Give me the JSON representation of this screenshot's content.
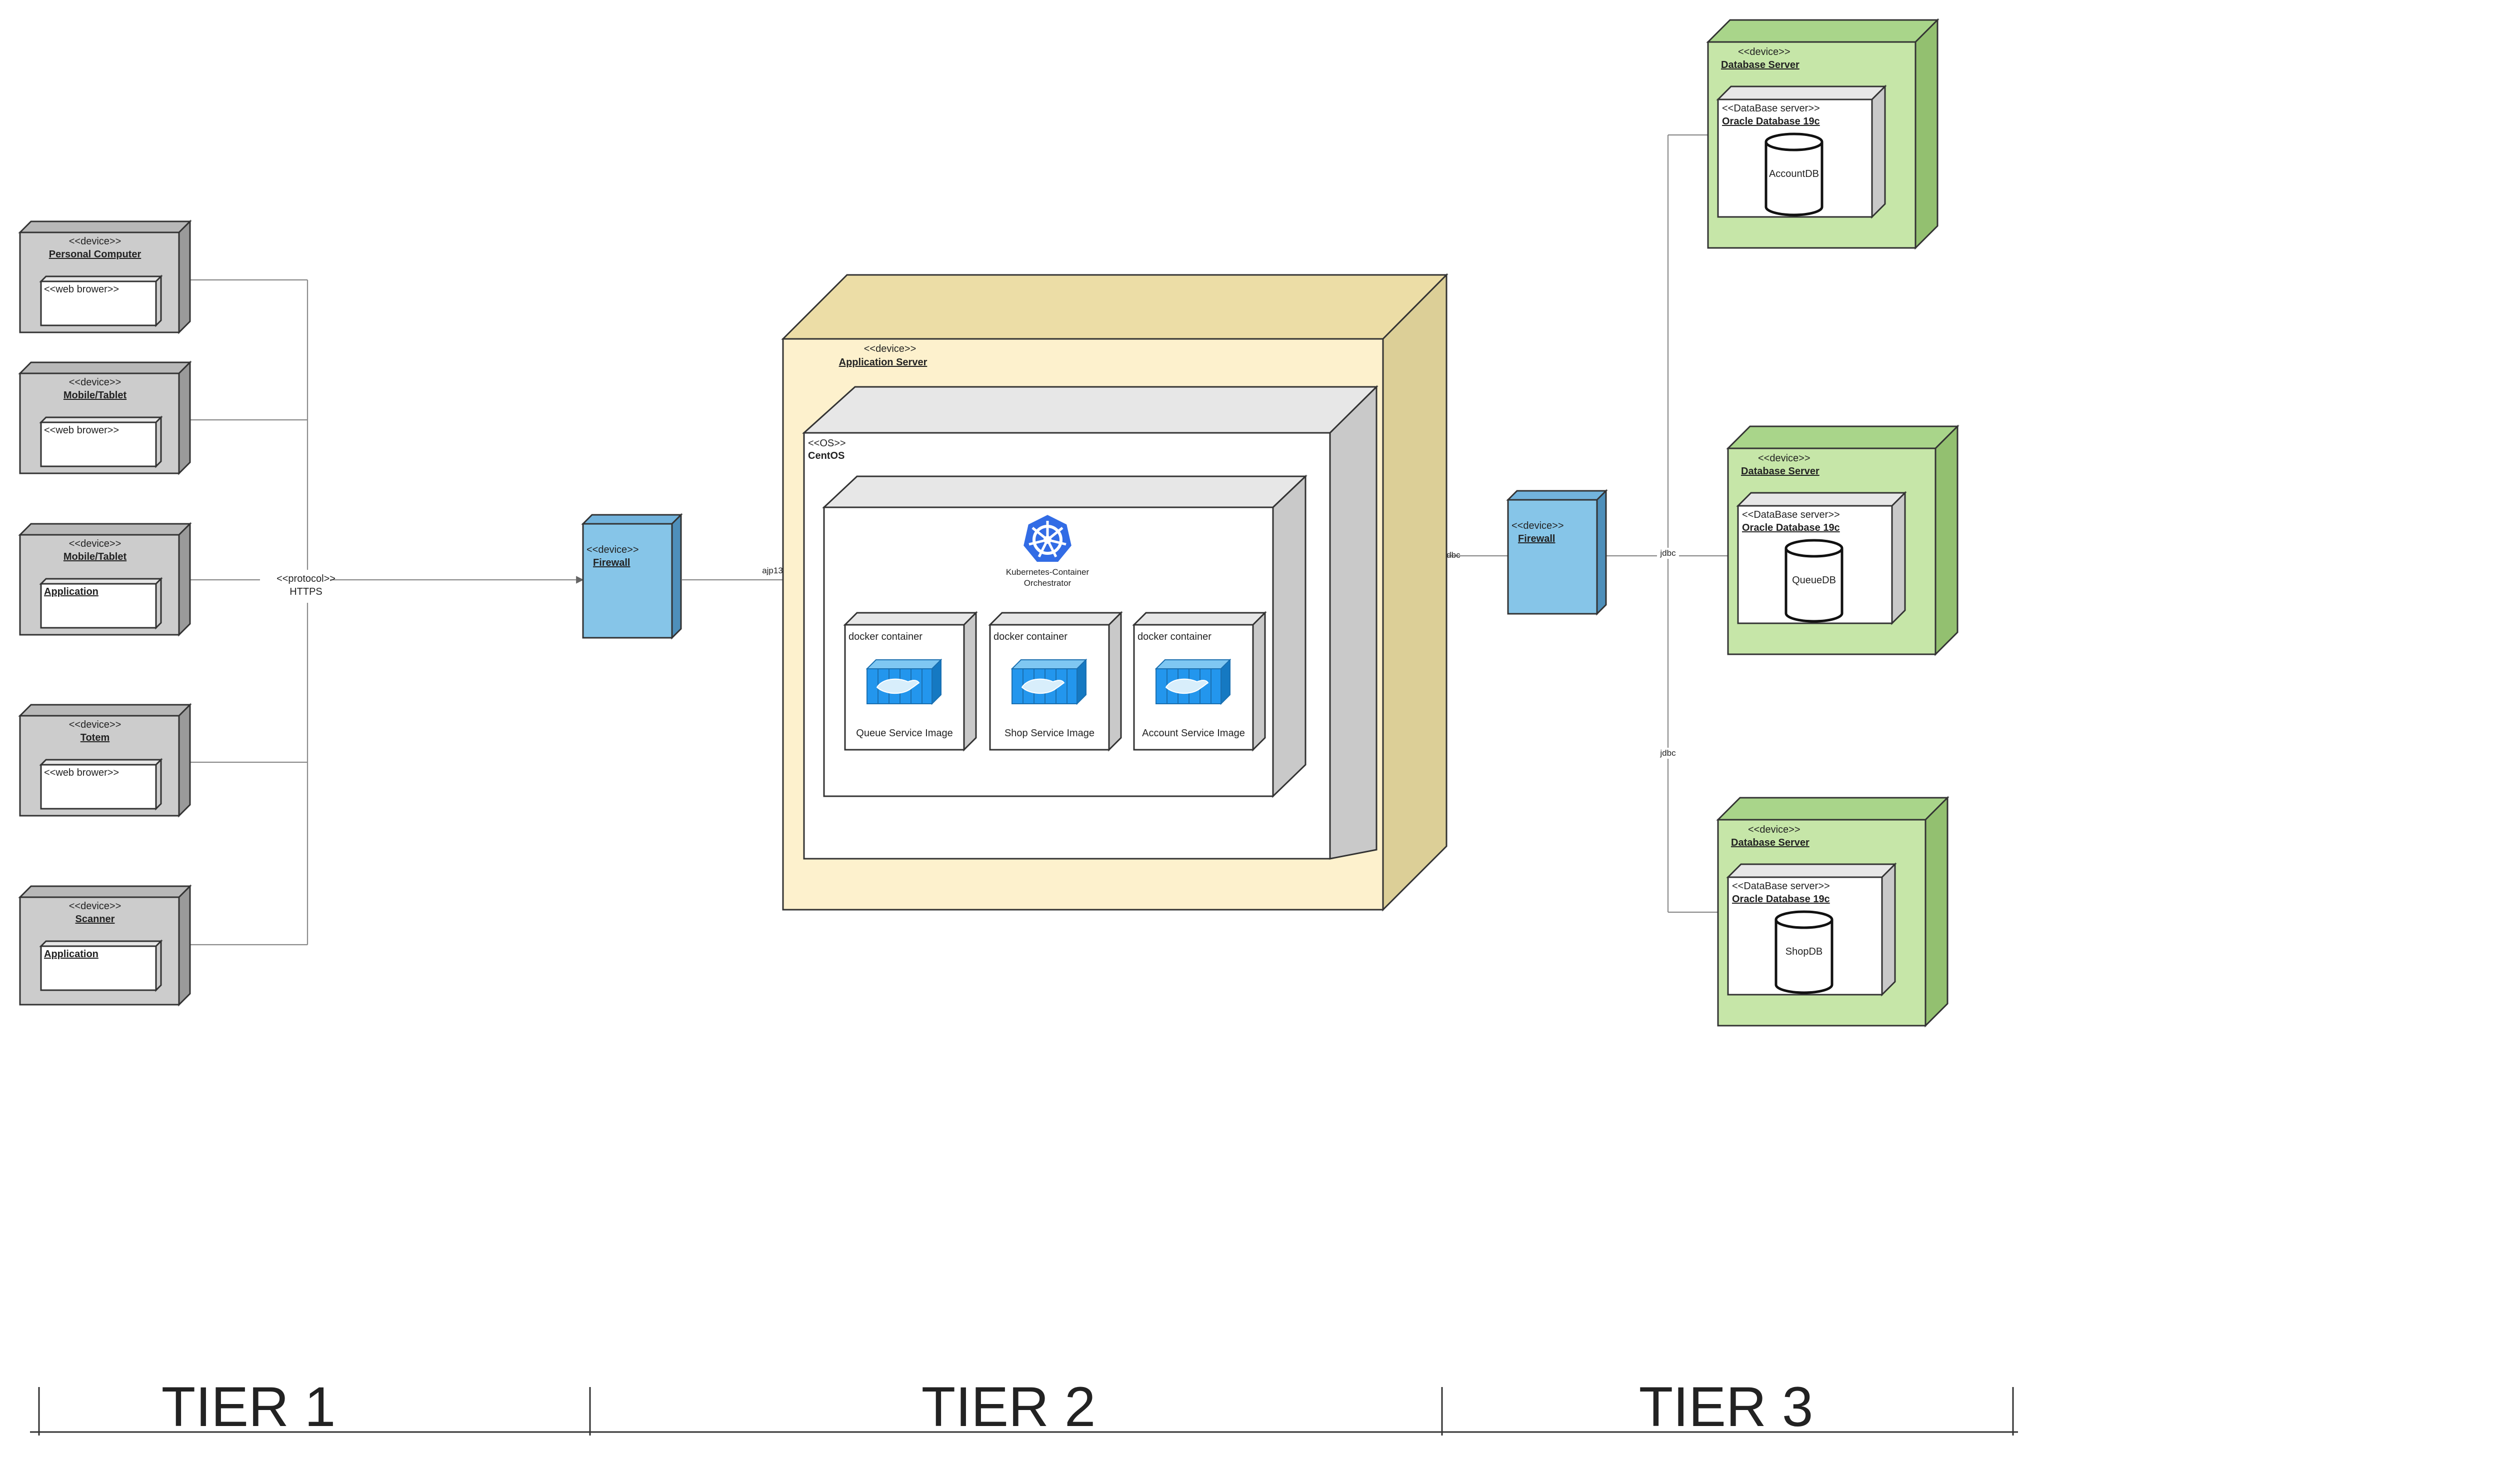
{
  "colors": {
    "client_front": "#cccccc",
    "client_side": "#9a9a9a",
    "client_top": "#b8b8b8",
    "firewall_front": "#86c5e8",
    "firewall_side": "#4e8fba",
    "firewall_top": "#72b3dc",
    "app_front": "#fdf1cd",
    "app_side": "#dccf97",
    "app_top": "#ecdda6",
    "os_front": "#ffffff",
    "os_side": "#c9c9c9",
    "os_top": "#e7e7e7",
    "db_front": "#c6e6a8",
    "db_side": "#93c070",
    "db_top": "#a9d58a",
    "kubernetes": "#326ce5",
    "docker": "#2396ed",
    "stroke": "#333333"
  },
  "clients": [
    {
      "stereotype": "<<device>>",
      "name": "Personal Computer",
      "inner": "<<web brower>>",
      "inner_style": "plain"
    },
    {
      "stereotype": "<<device>>",
      "name": "Mobile/Tablet",
      "inner": "<<web brower>>",
      "inner_style": "plain"
    },
    {
      "stereotype": "<<device>>",
      "name": "Mobile/Tablet",
      "inner": "Application",
      "inner_style": "underline"
    },
    {
      "stereotype": "<<device>>",
      "name": "Totem",
      "inner": "<<web brower>>",
      "inner_style": "plain"
    },
    {
      "stereotype": "<<device>>",
      "name": "Scanner",
      "inner": "Application",
      "inner_style": "underline"
    }
  ],
  "client_link": {
    "stereotype": "<<protocol>>",
    "protocol": "HTTPS"
  },
  "firewall_in": {
    "stereotype": "<<device>>",
    "name": "Firewall"
  },
  "firewall_out": {
    "stereotype": "<<device>>",
    "name": "Firewall"
  },
  "link_ajp": "ajp13",
  "link_jdbc_out": "jdbc",
  "link_jdbc_mid": "jdbc",
  "link_jdbc_low": "jdbc",
  "app_server": {
    "stereotype": "<<device>>",
    "name": "Application Server"
  },
  "os": {
    "stereotype": "<<OS>>",
    "name": "CentOS"
  },
  "orchestrator": {
    "line1": "Kubernetes-Container",
    "line2": "Orchestrator"
  },
  "containers": [
    {
      "stereotype": "docker container",
      "image": "Queue Service Image"
    },
    {
      "stereotype": "docker container",
      "image": "Shop Service Image"
    },
    {
      "stereotype": "docker container",
      "image": "Account Service Image"
    }
  ],
  "databases": [
    {
      "stereotype": "<<device>>",
      "name": "Database Server",
      "dbms_stereotype": "<<DataBase server>>",
      "dbms_name": "Oracle Database 19c",
      "db": "AccountDB"
    },
    {
      "stereotype": "<<device>>",
      "name": "Database Server",
      "dbms_stereotype": "<<DataBase server>>",
      "dbms_name": "Oracle Database 19c",
      "db": "QueueDB"
    },
    {
      "stereotype": "<<device>>",
      "name": "Database Server",
      "dbms_stereotype": "<<DataBase server>>",
      "dbms_name": "Oracle Database 19c",
      "db": "ShopDB"
    }
  ],
  "tiers": [
    "TIER 1",
    "TIER 2",
    "TIER 3"
  ]
}
